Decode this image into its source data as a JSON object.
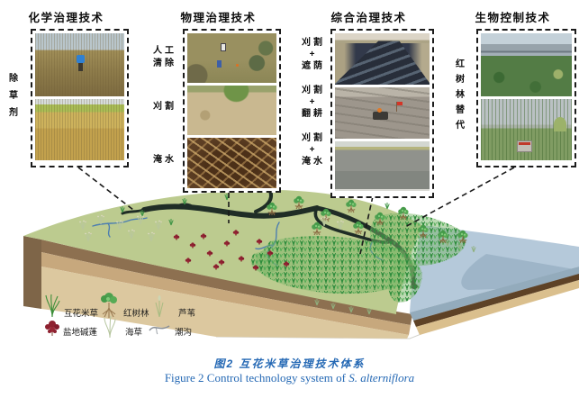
{
  "figure": {
    "caption_zh": "图2  互花米草治理技术体系",
    "caption_en_prefix": "Figure 2   Control technology system of ",
    "caption_en_species": "S. alterniflora"
  },
  "groups": [
    {
      "title": "化学治理技术",
      "labels": [
        {
          "text": "除\n草\n剂"
        }
      ],
      "photos": [
        "person-walking-in-treated-marsh",
        "withered-grass-after-herbicide"
      ]
    },
    {
      "title": "物理治理技术",
      "labels": [
        {
          "text": "人工\n清除"
        },
        {
          "text": "刈割"
        },
        {
          "text": "淹水"
        }
      ],
      "photos": [
        "aerial-manual-removal",
        "mudflat-after-mowing",
        "flooded-dead-reeds"
      ]
    },
    {
      "title": "综合治理技术",
      "labels": [
        {
          "text": "刈割\n+\n遮荫"
        },
        {
          "text": "刈割\n+\n翻耕"
        },
        {
          "text": "刈割\n+\n淹水"
        }
      ],
      "photos": [
        "black-film-shading-rows",
        "tilling-machine-in-mud",
        "impounded-pond"
      ]
    },
    {
      "title": "生物控制技术",
      "labels": [
        {
          "text": "红\n树\n林\n替\n代"
        }
      ],
      "photos": [
        "mangrove-stand-near-bridge",
        "mangrove-seedlings-with-sign"
      ]
    }
  ],
  "legend": {
    "rows": [
      [
        {
          "icon": "spartina-icon",
          "label": "互花米草"
        },
        {
          "icon": "mangrove-icon",
          "label": "红树林"
        },
        {
          "icon": "reed-icon",
          "label": "芦苇"
        }
      ],
      [
        {
          "icon": "suaeda-icon",
          "label": "盐地碱蓬"
        },
        {
          "icon": "seagrass-icon",
          "label": "海草"
        },
        {
          "icon": "tidal-creek-icon",
          "label": "潮沟"
        }
      ]
    ]
  },
  "colors": {
    "caption_blue": "#2468b4",
    "marsh_green": "#bccb8f",
    "dense_grass_green": "#3c9a47",
    "water_blue": "#b5c9da",
    "deep_water_blue": "#92aabf",
    "soil_dark": "#8d7050",
    "soil_mid": "#c7a87d",
    "soil_light": "#dcc89f",
    "creek_dark": "#1f2d26",
    "creek_blue": "#4d7fb0",
    "suaeda_red": "#8e2130",
    "line_black": "#1a1a1a"
  }
}
